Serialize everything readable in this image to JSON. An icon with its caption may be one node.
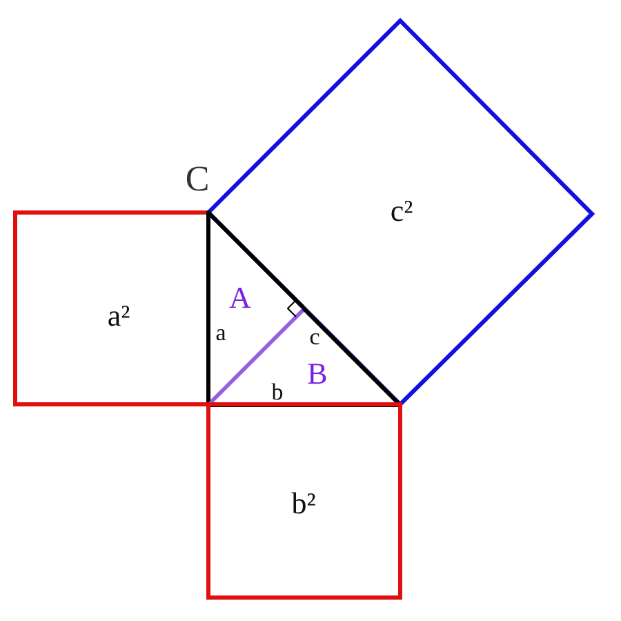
{
  "diagram": {
    "nodes": [
      {
        "text": [
          "c²"
        ]
      },
      {
        "text": [
          "a²"
        ]
      },
      {
        "text": [
          "A"
        ]
      },
      {
        "text": [
          "B"
        ]
      },
      {
        "text": [
          "b²"
        ]
      }
    ],
    "labels": [
      "C",
      "a",
      "c",
      "b"
    ]
  }
}
